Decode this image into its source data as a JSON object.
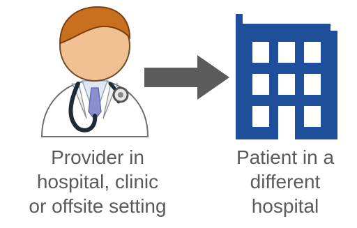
{
  "provider": {
    "lines": [
      "Provider in",
      "hospital, clinic",
      "or offsite setting"
    ]
  },
  "patient": {
    "lines": [
      "Patient in a",
      "different",
      "hospital"
    ]
  },
  "icons": {
    "provider": "doctor-icon",
    "arrow": "arrow-right-icon",
    "hospital": "hospital-building-icon"
  },
  "colors": {
    "building": "#1f4e9a",
    "arrow": "#5b5b5b",
    "text": "#5a5a5a",
    "skin": "#f2c193",
    "hair": "#c9701e"
  }
}
